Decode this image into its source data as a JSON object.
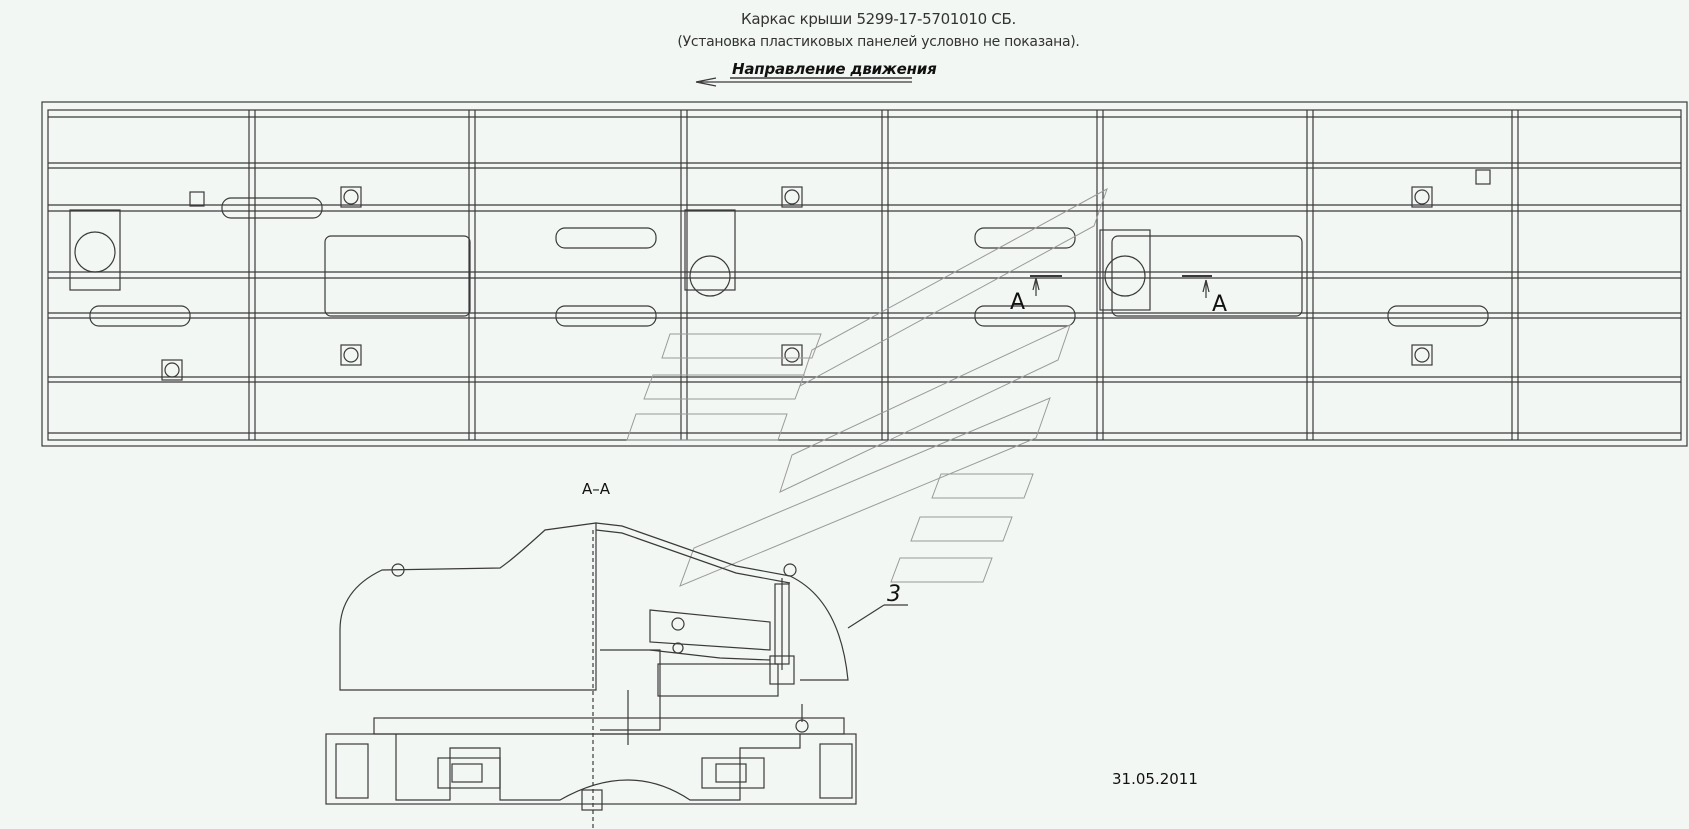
{
  "drawing": {
    "title_line1": "Каркас крыши 5299-17-5701010 СБ.",
    "title_line2": "(Установка пластиковых панелей условно не показана).",
    "direction_label": "Направление движения",
    "section_marker": "А",
    "section_title": "А–А",
    "callout_number": "3",
    "date": "31.05.2011"
  },
  "colors": {
    "line": "#3a3a3a",
    "watermark": "#9a9a9a",
    "background": "#f3f7f3"
  }
}
